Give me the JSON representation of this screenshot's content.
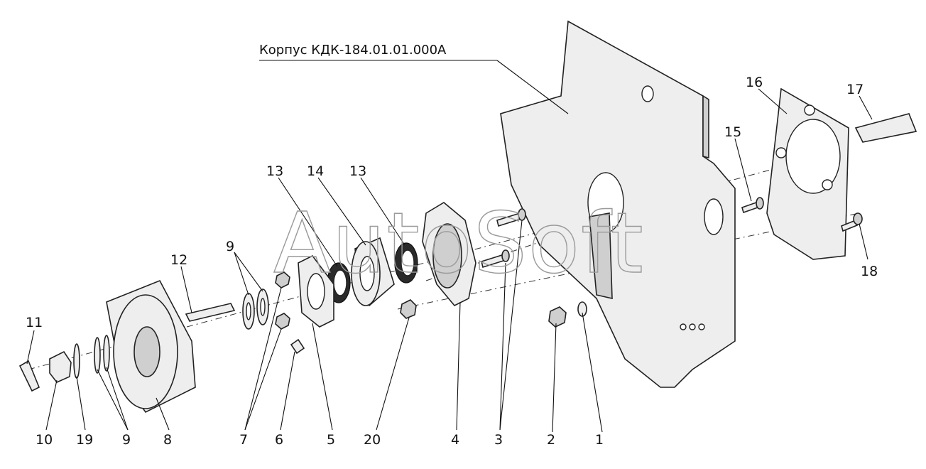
{
  "title": "Корпус КДК-184.01.01.000А",
  "watermark": "AutoSoft",
  "callouts": {
    "c1": "1",
    "c2": "2",
    "c3": "3",
    "c4": "4",
    "c5": "5",
    "c6": "6",
    "c7": "7",
    "c8": "8",
    "c9a": "9",
    "c9b": "9",
    "c10": "10",
    "c11": "11",
    "c12": "12",
    "c13a": "13",
    "c13b": "13",
    "c14": "14",
    "c15": "15",
    "c16": "16",
    "c17": "17",
    "c18": "18",
    "c19": "19",
    "c20": "20"
  }
}
